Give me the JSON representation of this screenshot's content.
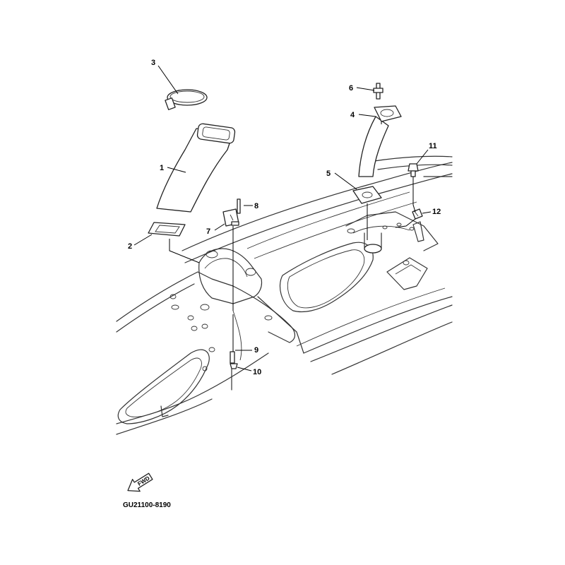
{
  "diagram": {
    "code": "GU21100-8190",
    "fwd_label": "FWD",
    "callouts": [
      {
        "id": "1",
        "label": "1"
      },
      {
        "id": "2",
        "label": "2"
      },
      {
        "id": "3",
        "label": "3"
      },
      {
        "id": "4",
        "label": "4"
      },
      {
        "id": "5",
        "label": "5"
      },
      {
        "id": "6",
        "label": "6"
      },
      {
        "id": "7",
        "label": "7"
      },
      {
        "id": "8",
        "label": "8"
      },
      {
        "id": "9",
        "label": "9"
      },
      {
        "id": "10",
        "label": "10"
      },
      {
        "id": "11",
        "label": "11"
      },
      {
        "id": "12",
        "label": "12"
      }
    ]
  }
}
